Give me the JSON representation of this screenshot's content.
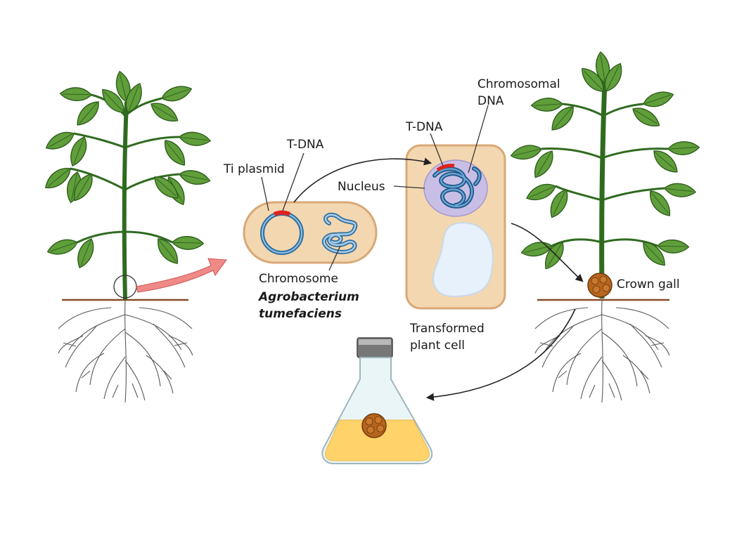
{
  "labels": {
    "ti_plasmid": "Ti plasmid",
    "t_dna_bacterium": "T-DNA",
    "chromosome": "Chromosome",
    "species_line1": "Agrobacterium",
    "species_line2": "tumefaciens",
    "t_dna_cell": "T-DNA",
    "chromosomal_line1": "Chromosomal",
    "chromosomal_line2": "DNA",
    "nucleus": "Nucleus",
    "transformed_line1": "Transformed",
    "transformed_line2": "plant cell",
    "crown_gall": "Crown gall"
  },
  "colors": {
    "stem": "#2f6b1f",
    "leaf": "#5f9e3a",
    "leaf_dark": "#2e5e1c",
    "soil_line": "#8a4a2a",
    "cell_fill": "#f3d7b0",
    "cell_border": "#d9a877",
    "plasmid": "#2f6fa0",
    "t_dna": "#e0221c",
    "nucleus_fill": "#c9bfe6",
    "vacuole": "#e7f1fb",
    "gall": "#b5651d",
    "flask_liquid": "#ffd36a",
    "big_arrow": "#f08a86"
  }
}
